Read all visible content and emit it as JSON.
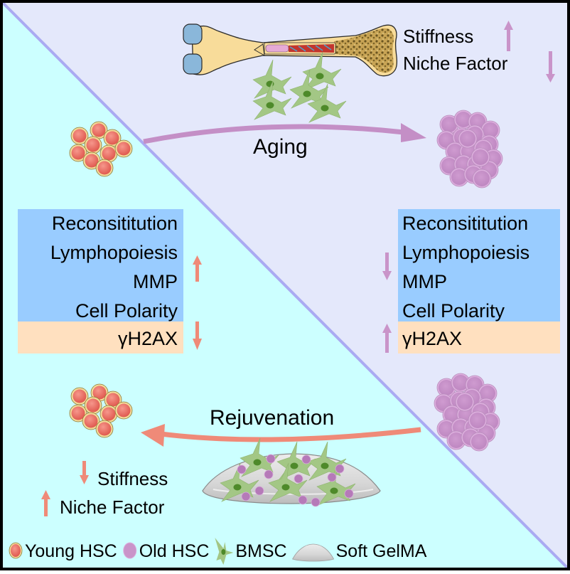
{
  "figure": {
    "type": "graphical-abstract",
    "colors": {
      "young_bg": "#ccffff",
      "old_bg": "#e4e8fb",
      "diagonal": "#aaaaf2",
      "border": "#000000",
      "aging_arrow": "#c48fc6",
      "rejuvenation_arrow": "#ef8a78",
      "box_blue": "#99ccff",
      "box_peach": "#ffe0bf",
      "young_cell": "#e8685e",
      "old_cell": "#c994c9",
      "bmsc": "#a3c785",
      "bmsc_nucleus": "#4e8a2a"
    }
  },
  "top_right": {
    "lines": [
      {
        "text": "Stiffness",
        "arrow": "up"
      },
      {
        "text": "Niche Factor",
        "arrow": "down"
      }
    ]
  },
  "aging": {
    "label": "Aging"
  },
  "rejuvenation": {
    "label": "Rejuvenation"
  },
  "left_box": {
    "blue_items": [
      "Reconsititution",
      "Lymphopoiesis",
      "MMP",
      "Cell Polarity"
    ],
    "blue_arrow": "up",
    "peach_item": "γH2AX",
    "peach_arrow": "down"
  },
  "right_box": {
    "blue_items": [
      "Reconsititution",
      "Lymphopoiesis",
      "MMP",
      "Cell Polarity"
    ],
    "blue_arrow": "down",
    "peach_item": "γH2AX",
    "peach_arrow": "up"
  },
  "bottom_left": {
    "lines": [
      {
        "text": "Stiffness",
        "arrow": "down"
      },
      {
        "text": "Niche Factor",
        "arrow": "up"
      }
    ]
  },
  "legend": {
    "items": [
      {
        "icon": "young-hsc-icon",
        "label": "Young HSC"
      },
      {
        "icon": "old-hsc-icon",
        "label": "Old HSC"
      },
      {
        "icon": "bmsc-icon",
        "label": "BMSC"
      },
      {
        "icon": "gelma-icon",
        "label": "Soft GelMA"
      }
    ]
  }
}
